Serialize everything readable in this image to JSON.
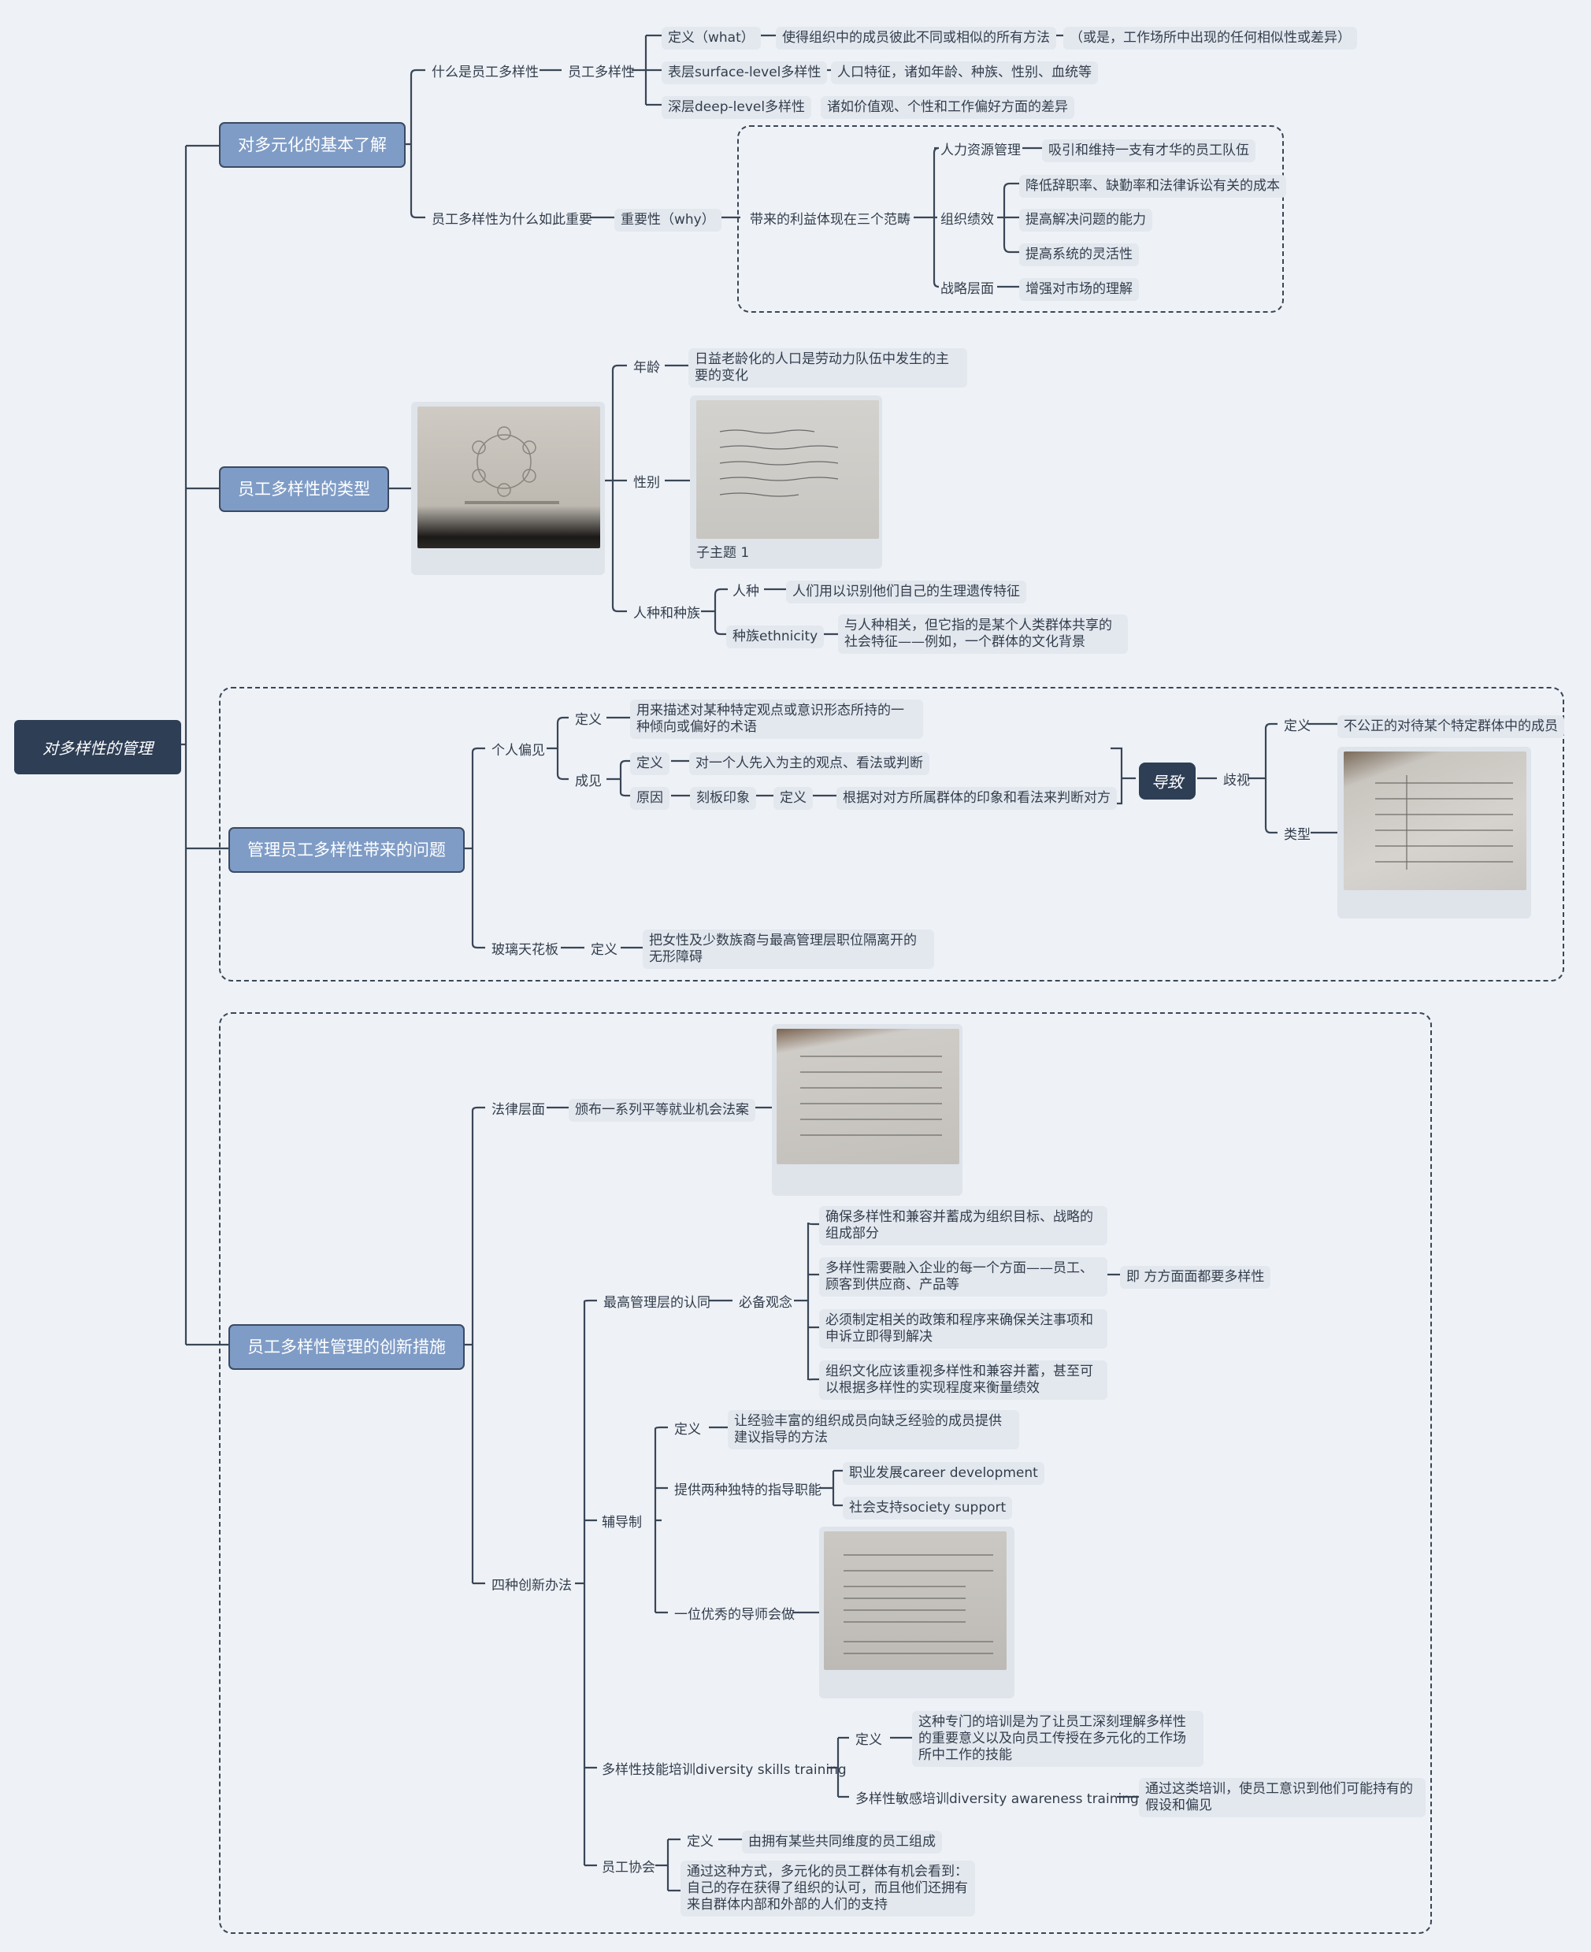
{
  "root": "对多样性的管理",
  "sections": {
    "s1": {
      "title": "对多元化的基本了解",
      "what": "什么是员工多样性",
      "diversity": "员工多样性",
      "def": "定义（what）",
      "def_text": "使得组织中的成员彼此不同或相似的所有方法",
      "def_note": "（或是，工作场所中出现的任何相似性或差异）",
      "surface": "表层surface-level多样性",
      "surface_text": "人口特征，诸如年龄、种族、性别、血统等",
      "deep": "深层deep-level多样性",
      "deep_text": "诸如价值观、个性和工作偏好方面的差异",
      "why": "员工多样性为什么如此重要",
      "importance": "重要性（why）",
      "benefits": "带来的利益体现在三个范畴",
      "hr": "人力资源管理",
      "hr_text": "吸引和维持一支有才华的员工队伍",
      "org": "组织绩效",
      "org_1": "降低辞职率、缺勤率和法律诉讼有关的成本",
      "org_2": "提高解决问题的能力",
      "org_3": "提高系统的灵活性",
      "strategy": "战略层面",
      "strategy_text": "增强对市场的理解"
    },
    "s2": {
      "title": "员工多样性的类型",
      "age": "年龄",
      "age_text": "日益老龄化的人口是劳动力队伍中发生的主要的变化",
      "gender": "性别",
      "subtopic": "子主题 1",
      "race_eth": "人种和种族",
      "race": "人种",
      "race_text": "人们用以识别他们自己的生理遗传特征",
      "ethnicity": "种族ethnicity",
      "ethnicity_text": "与人种相关，但它指的是某个人类群体共享的社会特征——例如，一个群体的文化背景"
    },
    "s3": {
      "title": "管理员工多样性带来的问题",
      "bias": "个人偏见",
      "def": "定义",
      "bias_text": "用来描述对某种特定观点或意识形态所持的一种倾向或偏好的术语",
      "prejudice": "成见",
      "prejudice_def": "定义",
      "prejudice_text": "对一个人先入为主的观点、看法或判断",
      "cause": "原因",
      "stereotype": "刻板印象",
      "stereotype_def": "定义",
      "stereotype_text": "根据对对方所属群体的印象和看法来判断对方",
      "leads_to": "导致",
      "discrimination": "歧视",
      "disc_def": "定义",
      "disc_text": "不公正的对待某个特定群体中的成员",
      "types": "类型",
      "glass": "玻璃天花板",
      "glass_def": "定义",
      "glass_text": "把女性及少数族裔与最高管理层职位隔离开的无形障碍"
    },
    "s4": {
      "title": "员工多样性管理的创新措施",
      "legal": "法律层面",
      "legal_text": "颁布一系列平等就业机会法案",
      "four": "四种创新办法",
      "top": "最高管理层的认同",
      "concept": "必备观念",
      "c1": "确保多样性和兼容并蓄成为组织目标、战略的组成部分",
      "c2": "多样性需要融入企业的每一个方面——员工、顾客到供应商、产品等",
      "c2_note": "即 方方面面都要多样性",
      "c3": "必须制定相关的政策和程序来确保关注事项和申诉立即得到解决",
      "c4": "组织文化应该重视多样性和兼容并蓄，甚至可以根据多样性的实现程度来衡量绩效",
      "mentor": "辅导制",
      "mentor_def": "定义",
      "mentor_text": "让经验丰富的组织成员向缺乏经验的成员提供建议指导的方法",
      "two_roles": "提供两种独特的指导职能",
      "career": "职业发展career development",
      "social": "社会支持society support",
      "good_mentor": "一位优秀的导师会做",
      "skills": "多样性技能培训diversity skills training",
      "skills_def": "定义",
      "skills_text": "这种专门的培训是为了让员工深刻理解多样性的重要意义以及向员工传授在多元化的工作场所中工作的技能",
      "awareness": "多样性敏感培训diversity awareness training",
      "awareness_text": "通过这类培训，使员工意识到他们可能持有的假设和偏见",
      "assoc": "员工协会",
      "assoc_def": "定义",
      "assoc_text": "由拥有某些共同维度的员工组成",
      "assoc_note": "通过这种方式，多元化的员工群体有机会看到：自己的存在获得了组织的认可，而且他们还拥有来自群体内部和外部的人们的支持"
    }
  },
  "colors": {
    "background": "#eef2f7",
    "main_topic": "#7f9cc6",
    "root": "#2e3e55",
    "line": "#3a4656"
  }
}
